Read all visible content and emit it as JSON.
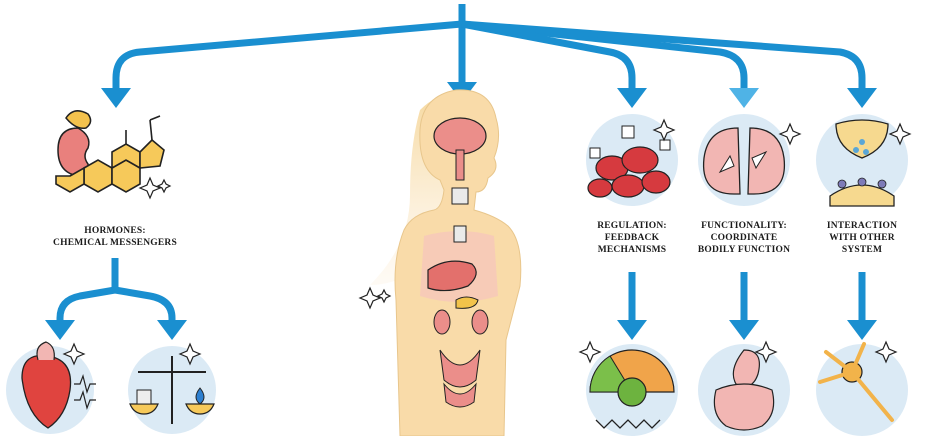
{
  "labels": {
    "hormones_line1": "HORMONES:",
    "hormones_line2": "CHEMICAL MESSENGERS",
    "regulation_line1": "REGULATION:",
    "regulation_line2": "FEEDBACK",
    "regulation_line3": "MECHANISMS",
    "functionality_line1": "FUNCTIONALITY:",
    "functionality_line2": "COORDINATE",
    "functionality_line3": "BODILY FUNCTION",
    "interaction_line1": "INTERACTION",
    "interaction_line2": "WITH OTHER",
    "interaction_line3": "SYSTEM"
  },
  "icons": [
    "kidney-adrenal-icon",
    "steroid-molecule-icon",
    "human-body-icon",
    "red-blood-cells-icon",
    "lungs-icon",
    "synapse-icon",
    "heart-icon",
    "balance-scale-icon",
    "gauge-meter-icon",
    "digestive-system-icon",
    "neuron-icon"
  ],
  "colors": {
    "arrow": "#1a8fd0",
    "circle_bg": "#dbeaf5",
    "body": "#f7d9a8",
    "organ": "#ef8a86",
    "outline": "#222222"
  }
}
